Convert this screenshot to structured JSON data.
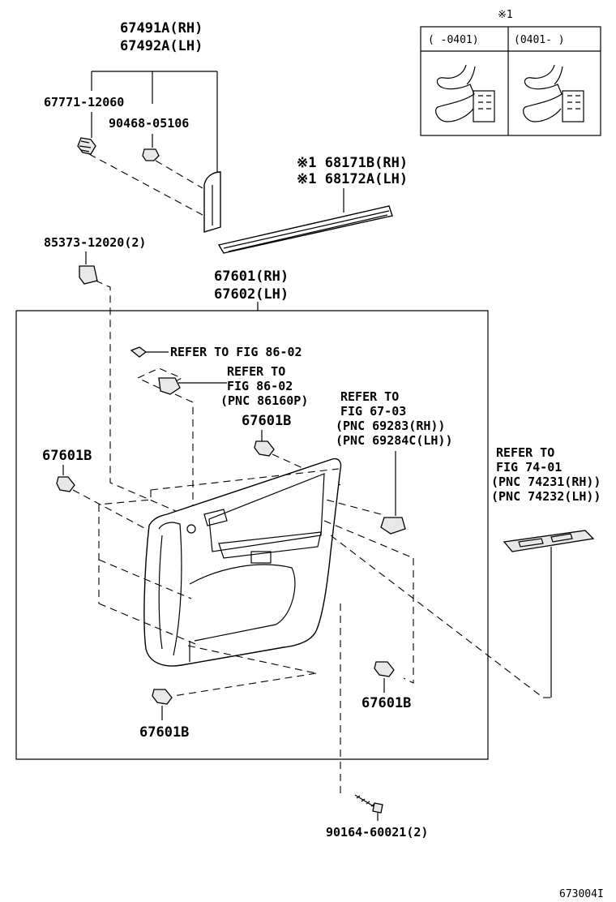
{
  "labels": {
    "p67491a": "67491A(RH)",
    "p67492a": "67492A(LH)",
    "p67771": "67771-12060",
    "p90468": "90468-05106",
    "p68171b": "※1 68171B(RH)",
    "p68172a": "※1 68172A(LH)",
    "p85373": "85373-12020(2)",
    "p67601": "67601(RH)",
    "p67602": "67602(LH)",
    "ref8602a": "REFER TO FIG 86-02",
    "ref8602b_1": "REFER TO",
    "ref8602b_2": "FIG 86-02",
    "ref8602b_3": "(PNC 86160P)",
    "ref6703_1": "REFER TO",
    "ref6703_2": "FIG 67-03",
    "ref6703_3": "(PNC 69283(RH))",
    "ref6703_4": "(PNC 69284C(LH))",
    "ref7401_1": "REFER TO",
    "ref7401_2": "FIG 74-01",
    "ref7401_3": "(PNC 74231(RH))",
    "ref7401_4": "(PNC 74232(LH))",
    "clip_top": "67601B",
    "clip_left": "67601B",
    "clip_bottom": "67601B",
    "clip_right": "67601B",
    "p90164": "90164-60021(2)",
    "fig_code": "673004I"
  },
  "inset": {
    "mark": "※1",
    "col1": "(       -0401)",
    "col2": "(0401-        )"
  }
}
